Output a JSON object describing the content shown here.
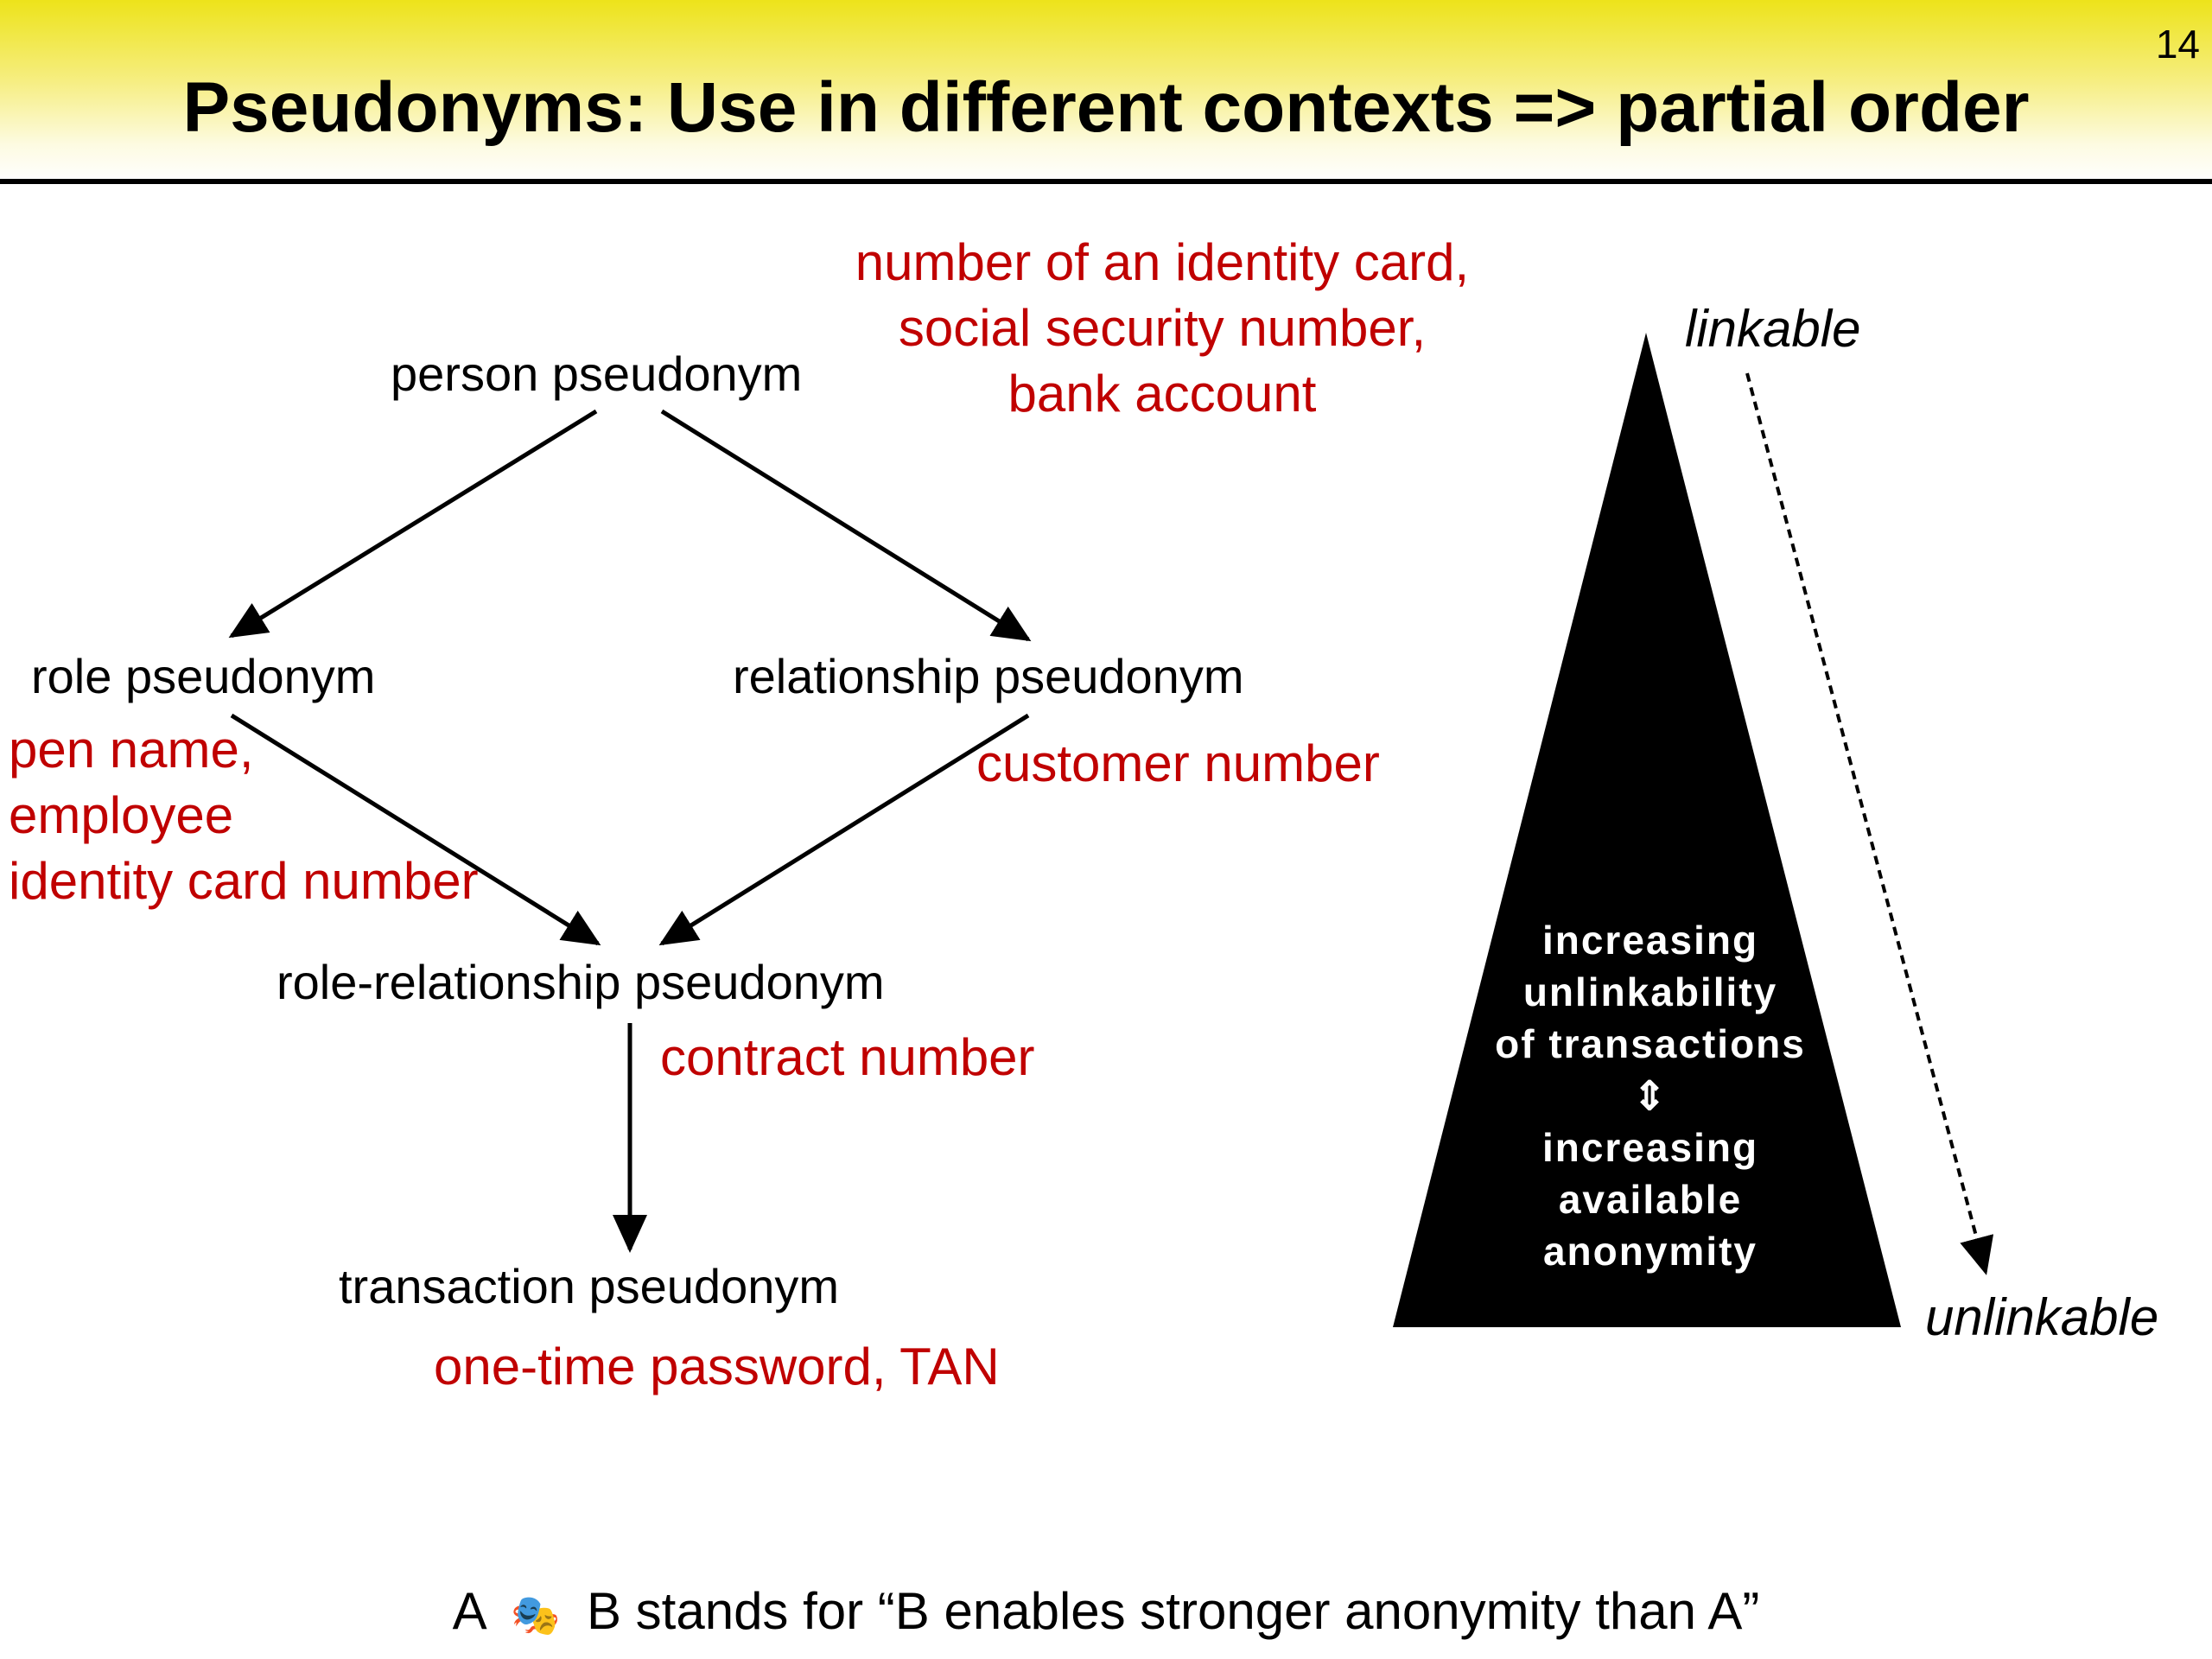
{
  "slide": {
    "title": "Pseudonyms: Use in different contexts => partial order",
    "page_number": "14"
  },
  "nodes": {
    "person": "person pseudonym",
    "role": "role pseudonym",
    "relationship": "relationship pseudonym",
    "role_relationship": "role-relationship pseudonym",
    "transaction": "transaction pseudonym"
  },
  "examples": {
    "person": [
      "number of an identity card,",
      "social security number,",
      "bank account"
    ],
    "role": [
      "pen name,",
      "employee",
      "identity card number"
    ],
    "relationship": "customer number",
    "role_relationship": "contract number",
    "transaction": "one-time password, TAN"
  },
  "scale": {
    "top_label": "linkable",
    "bottom_label": "unlinkable",
    "triangle_text": [
      "increasing",
      "unlinkability",
      "of transactions",
      "",
      "increasing",
      "available",
      "anonymity"
    ],
    "equivalence_symbol": "⇕"
  },
  "legend": {
    "a": "A",
    "arrow_icon": "masks-icon",
    "text": "B stands for “B enables stronger anonymity than A”"
  },
  "colors": {
    "example_text": "#c00000",
    "header_gradient_top": "#ede31a",
    "triangle": "#000000"
  }
}
